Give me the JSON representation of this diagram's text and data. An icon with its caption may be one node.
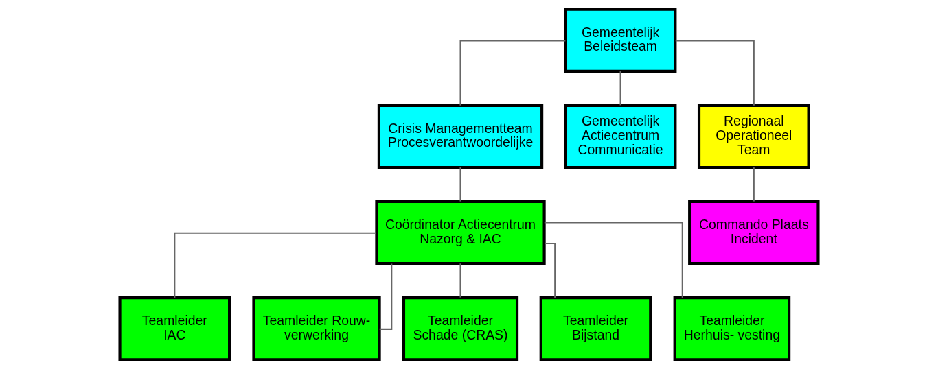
{
  "diagram": {
    "nodes": [
      {
        "text": [
          "Gemeentelijk Beleidsteam"
        ]
      },
      {
        "text": [
          "Crisis Managementteam Procesverantwoordelijke"
        ]
      },
      {
        "text": [
          "Gemeentelijk Actiecentrum Communicatie"
        ]
      },
      {
        "text": [
          "Regionaal Operationeel Team"
        ]
      },
      {
        "text": [
          "Coördinator Actiecentrum Nazorg & IAC"
        ]
      },
      {
        "text": [
          "Commando Plaats Incident"
        ]
      },
      {
        "text": [
          "Teamleider IAC"
        ]
      },
      {
        "text": [
          "Teamleider Rouw- verwerking"
        ]
      },
      {
        "text": [
          "Teamleider Schade (CRAS)"
        ]
      },
      {
        "text": [
          "Teamleider Bijstand"
        ]
      },
      {
        "text": [
          "Teamleider Herhuis- vesting"
        ]
      }
    ],
    "edges": [
      {
        "from": 0,
        "to": 1,
        "arrow": "none"
      },
      {
        "from": 0,
        "to": 2,
        "arrow": "none"
      },
      {
        "from": 0,
        "to": 3,
        "arrow": "none"
      },
      {
        "from": 1,
        "to": 4,
        "arrow": "none"
      },
      {
        "from": 3,
        "to": 5,
        "arrow": "none"
      },
      {
        "from": 4,
        "to": 6,
        "arrow": "none"
      },
      {
        "from": 4,
        "to": 7,
        "arrow": "none"
      },
      {
        "from": 4,
        "to": 8,
        "arrow": "none"
      },
      {
        "from": 4,
        "to": 9,
        "arrow": "none"
      },
      {
        "from": 4,
        "to": 10,
        "arrow": "none"
      }
    ]
  }
}
